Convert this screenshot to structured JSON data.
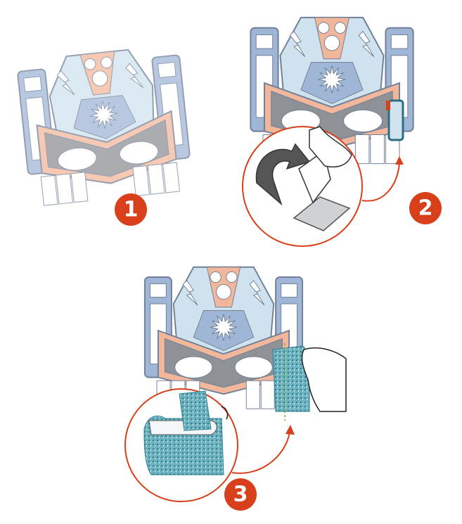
{
  "steps": [
    {
      "number": "1"
    },
    {
      "number": "2"
    },
    {
      "number": "3"
    }
  ],
  "colors": {
    "badge": "#d8401b",
    "mask_blue": "#9fb6d6",
    "mask_light_blue": "#cfe2ee",
    "mask_salmon": "#f2b79b",
    "mask_gray": "#8e9196",
    "outline": "#6f7f97",
    "glitter": "#5aa7b5"
  }
}
